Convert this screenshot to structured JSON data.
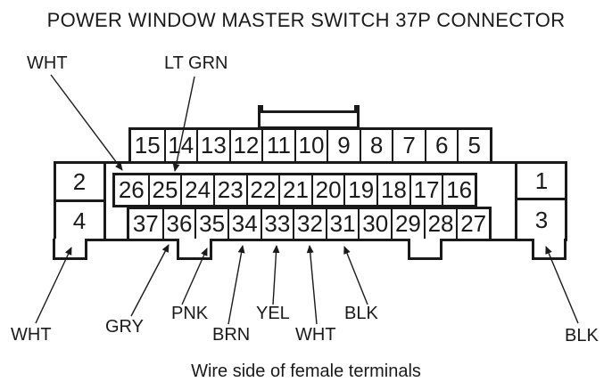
{
  "title": "POWER WINDOW MASTER SWITCH 37P CONNECTOR",
  "caption": "Wire side of female terminals",
  "connector": {
    "name": "power-window-master-switch-37p-connector",
    "top_row_pins": [
      "15",
      "14",
      "13",
      "12",
      "11",
      "10",
      "9",
      "8",
      "7",
      "6",
      "5"
    ],
    "middle_row_pins": [
      "26",
      "25",
      "24",
      "23",
      "22",
      "21",
      "20",
      "19",
      "18",
      "17",
      "16"
    ],
    "bottom_row_pins": [
      "37",
      "36",
      "35",
      "34",
      "33",
      "32",
      "31",
      "30",
      "29",
      "28",
      "27"
    ],
    "left_end_pins": {
      "upper": "2",
      "lower": "4"
    },
    "right_end_pins": {
      "upper": "1",
      "lower": "3"
    }
  },
  "wire_labels": {
    "wht_pin26": "WHT",
    "ltgrn_pin25": "LT GRN",
    "wht_pin4": "WHT",
    "gry_pin36": "GRY",
    "pnk_pin35": "PNK",
    "brn_pin34": "BRN",
    "yel_pin33": "YEL",
    "wht_pin32": "WHT",
    "blk_pin31": "BLK",
    "blk_pin3": "BLK"
  },
  "colors": {
    "line": "#1a1a1a",
    "background": "#ffffff"
  }
}
